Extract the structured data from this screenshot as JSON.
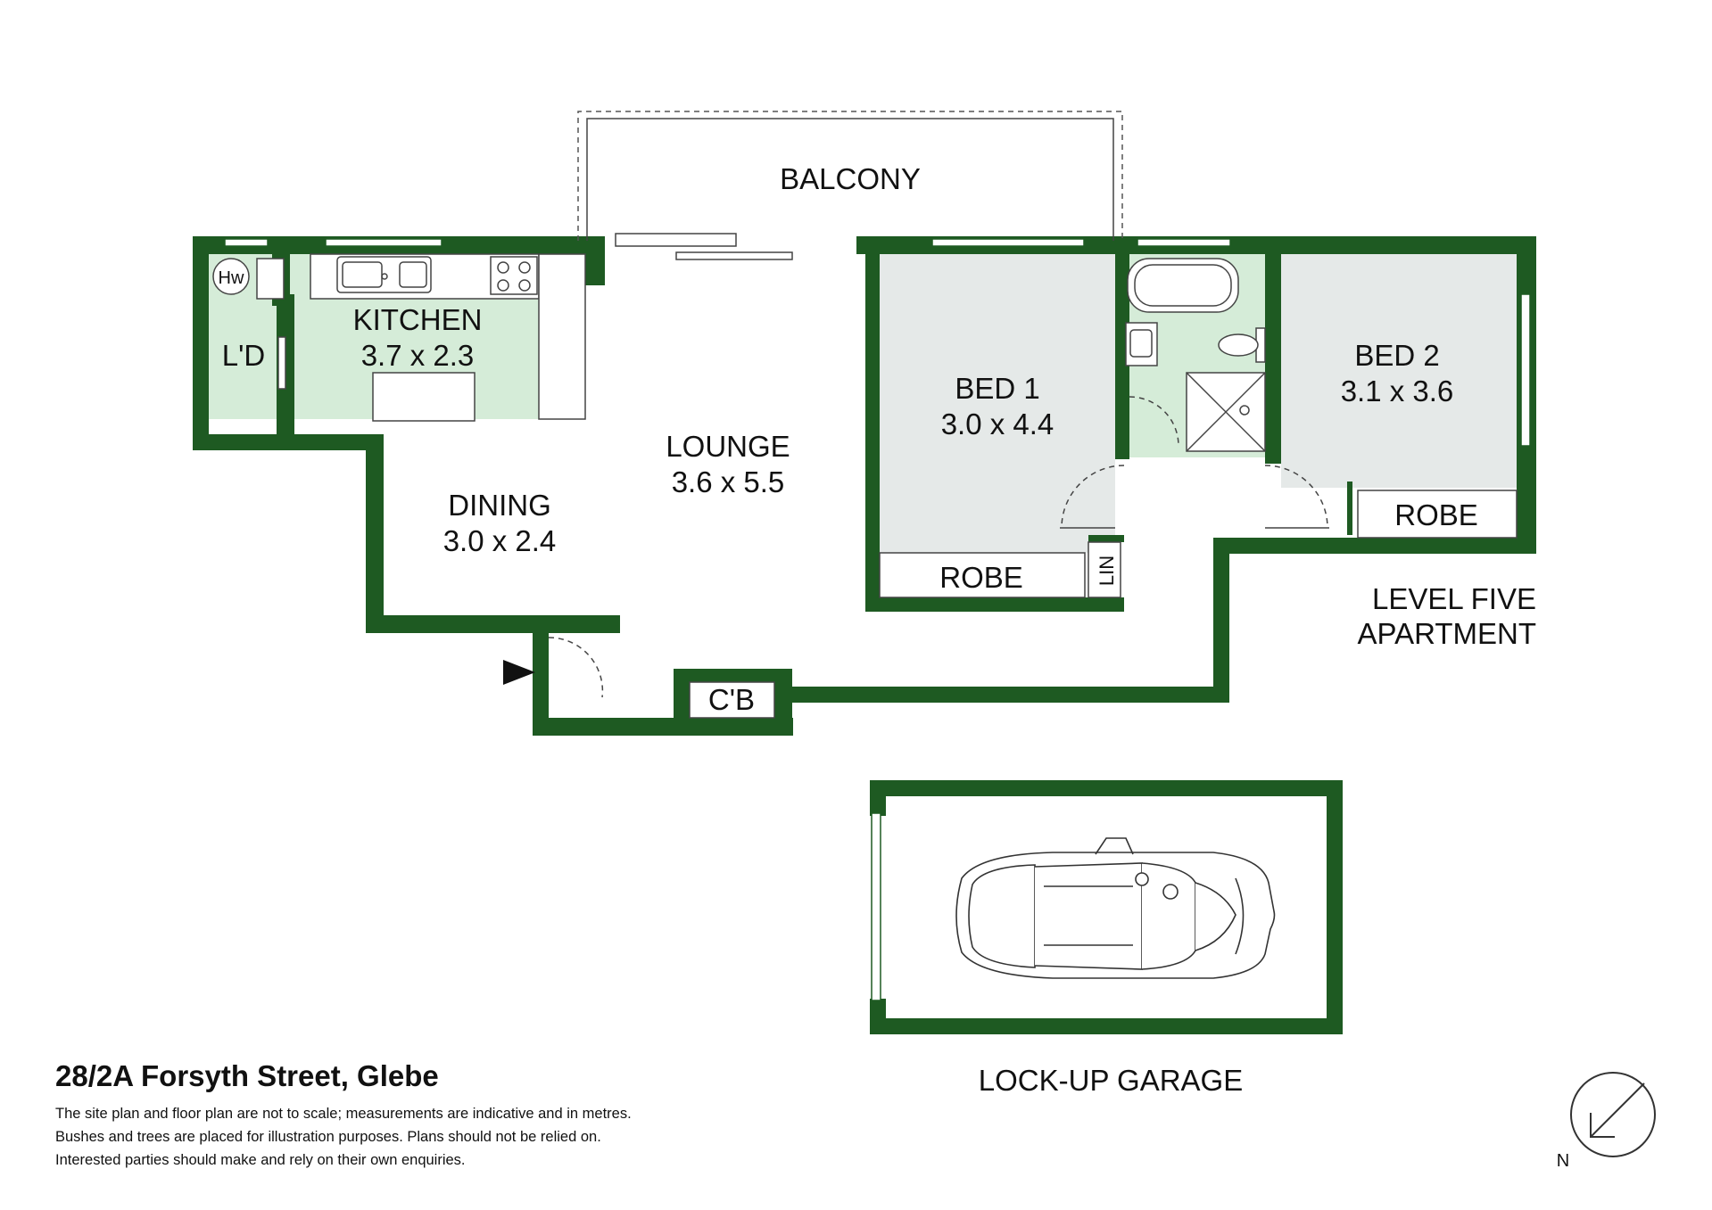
{
  "colors": {
    "wall": "#1e5a22",
    "wet_area": "#d5ecd8",
    "bedroom": "#e5e9e8",
    "fixture_line": "#444444",
    "text": "#111111"
  },
  "rooms": {
    "balcony": "BALCONY",
    "kitchen": {
      "name": "KITCHEN",
      "size": "3.7 x 2.3"
    },
    "laundry": "L'D",
    "hot_water": "Hw",
    "lounge": {
      "name": "LOUNGE",
      "size": "3.6 x 5.5"
    },
    "dining": {
      "name": "DINING",
      "size": "3.0 x 2.4"
    },
    "bed1": {
      "name": "BED 1",
      "size": "3.0 x 4.4"
    },
    "bed1_robe": "ROBE",
    "linen": "LIN",
    "bed2": {
      "name": "BED 2",
      "size": "3.1 x 3.6"
    },
    "bed2_robe": "ROBE",
    "cupboard": "C'B",
    "garage": "LOCK-UP GARAGE"
  },
  "level": {
    "line1": "LEVEL FIVE",
    "line2": "APARTMENT"
  },
  "footer": {
    "address": "28/2A Forsyth Street, Glebe",
    "disclaimer": [
      "The site plan and floor plan are not to scale; measurements are indicative and in metres.",
      "Bushes and trees are placed for illustration purposes. Plans should not be relied on.",
      "Interested parties should make and rely on their own enquiries."
    ]
  },
  "compass": {
    "north_label": "N"
  },
  "icons": [
    "entry-arrow-icon",
    "car-icon",
    "north-arrow-icon",
    "sink-icon",
    "cooktop-icon",
    "bathtub-icon",
    "toilet-icon",
    "shower-icon",
    "basin-icon"
  ]
}
